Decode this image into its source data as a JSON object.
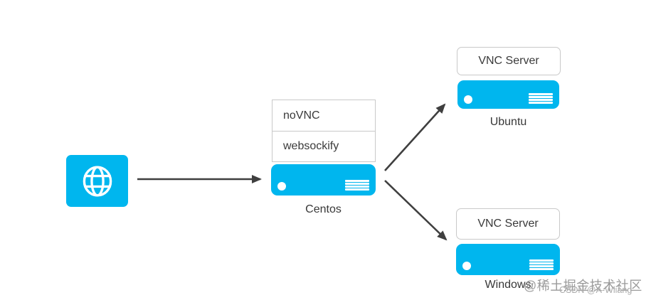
{
  "diagram": {
    "client": {
      "icon": "globe-icon"
    },
    "centos": {
      "stack": [
        "noVNC",
        "websockify"
      ],
      "label": "Centos",
      "icon": "server-icon"
    },
    "ubuntu": {
      "box_label": "VNC Server",
      "label": "Ubuntu",
      "icon": "server-icon"
    },
    "windows": {
      "box_label": "VNC Server",
      "label": "Windows",
      "icon": "server-icon"
    },
    "connections": [
      {
        "from": "client",
        "to": "centos"
      },
      {
        "from": "centos",
        "to": "ubuntu"
      },
      {
        "from": "centos",
        "to": "windows"
      }
    ],
    "colors": {
      "node_accent": "#00b6ee",
      "arrow": "#3f3f3f",
      "box_border": "#c9c9c9",
      "text": "#3a3a3a"
    }
  },
  "watermark": {
    "primary": "@稀土掘金技术社区",
    "secondary": "CSDN @A-Wliang"
  }
}
